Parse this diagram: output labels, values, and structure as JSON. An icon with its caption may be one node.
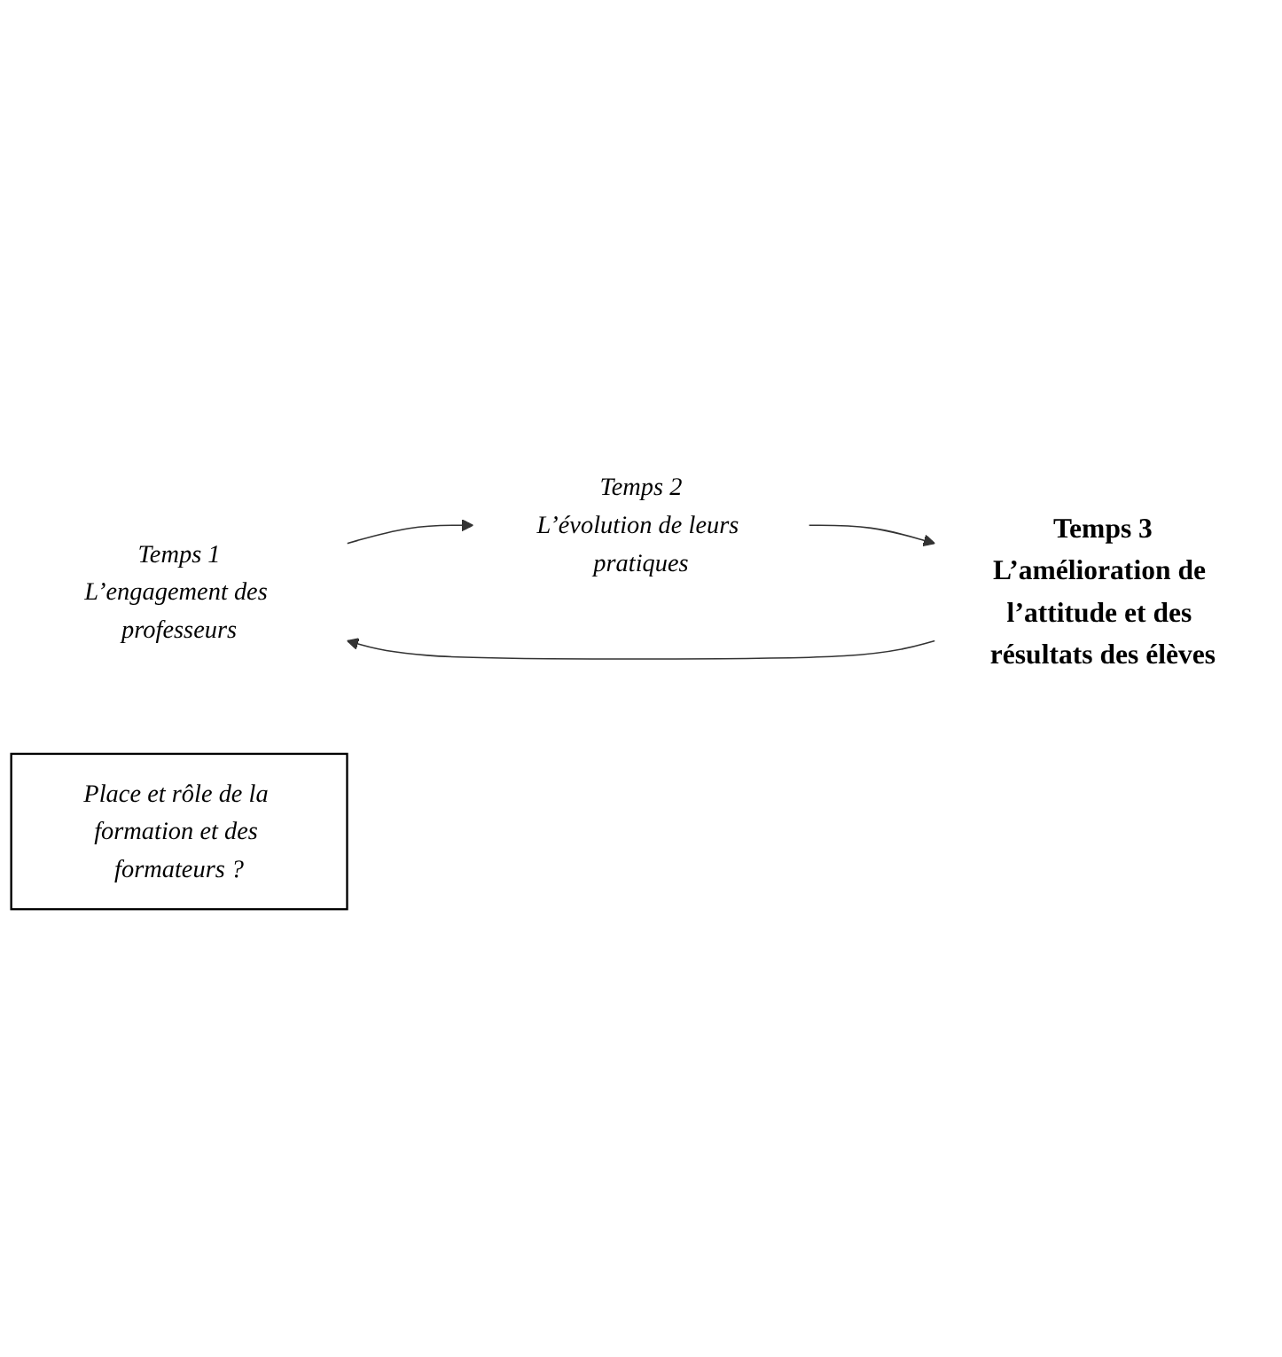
{
  "diagram": {
    "nodes": [
      {
        "text": [
          "Temps 1",
          "L’engagement des professeurs"
        ]
      },
      {
        "text": [
          "Temps 2",
          "L’évolution de leurs pratiques"
        ]
      },
      {
        "text": [
          "Place et rôle de la formation et des formateurs ?"
        ]
      },
      {
        "text": [
          "Temps 3",
          "L’amélioration de l’attitude et des résultats des élèves"
        ]
      }
    ],
    "edges": [
      {
        "from": 0,
        "to": 1,
        "arrow": "to"
      },
      {
        "from": 1,
        "to": 3,
        "arrow": "to"
      },
      {
        "from": 3,
        "to": 0,
        "arrow": "to"
      }
    ]
  }
}
